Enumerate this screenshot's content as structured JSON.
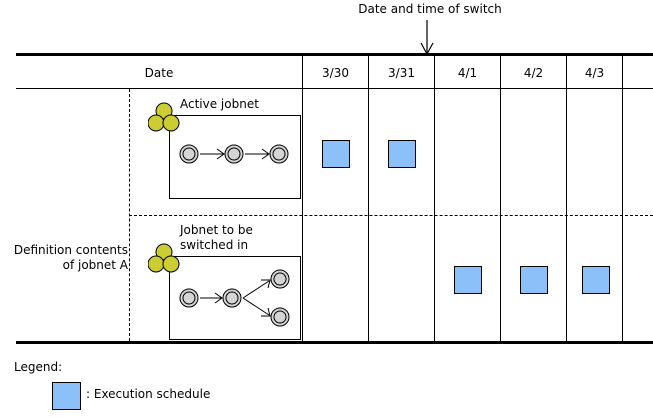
{
  "annotation": {
    "switch_label": "Date and time of switch",
    "switch_arrow_icon": "down-arrow-icon",
    "switch_column": "4/1"
  },
  "table": {
    "header": {
      "definition_column_label": "Date",
      "date_columns": [
        "3/30",
        "3/31",
        "4/1",
        "4/2",
        "4/3",
        ""
      ]
    },
    "row_label": {
      "line1": "Definition contents",
      "line2": "of jobnet A"
    },
    "rows": [
      {
        "name": "active-jobnet",
        "caption": "Active jobnet",
        "caption_lines": [
          "Active jobnet"
        ],
        "jobnet_icon": "jobnet-triple-circle-icon",
        "flow_type": "linear",
        "flow_nodes": 3,
        "schedule": [
          "3/30",
          "3/31"
        ]
      },
      {
        "name": "jobnet-to-be-switched-in",
        "caption": "Jobnet to be switched in",
        "caption_lines": [
          "Jobnet to be",
          "switched in"
        ],
        "jobnet_icon": "jobnet-triple-circle-icon",
        "flow_type": "branching",
        "flow_nodes": 4,
        "schedule": [
          "4/1",
          "4/2",
          "4/3"
        ]
      }
    ]
  },
  "legend": {
    "title": "Legend:",
    "swatch_name": "execution-schedule-swatch",
    "entry": ": Execution schedule"
  },
  "colors": {
    "schedule_fill": "#8CC0F8",
    "jobnet_icon_fill": "#CCCC33",
    "node_fill": "#D4D4D4",
    "line": "#000000"
  }
}
